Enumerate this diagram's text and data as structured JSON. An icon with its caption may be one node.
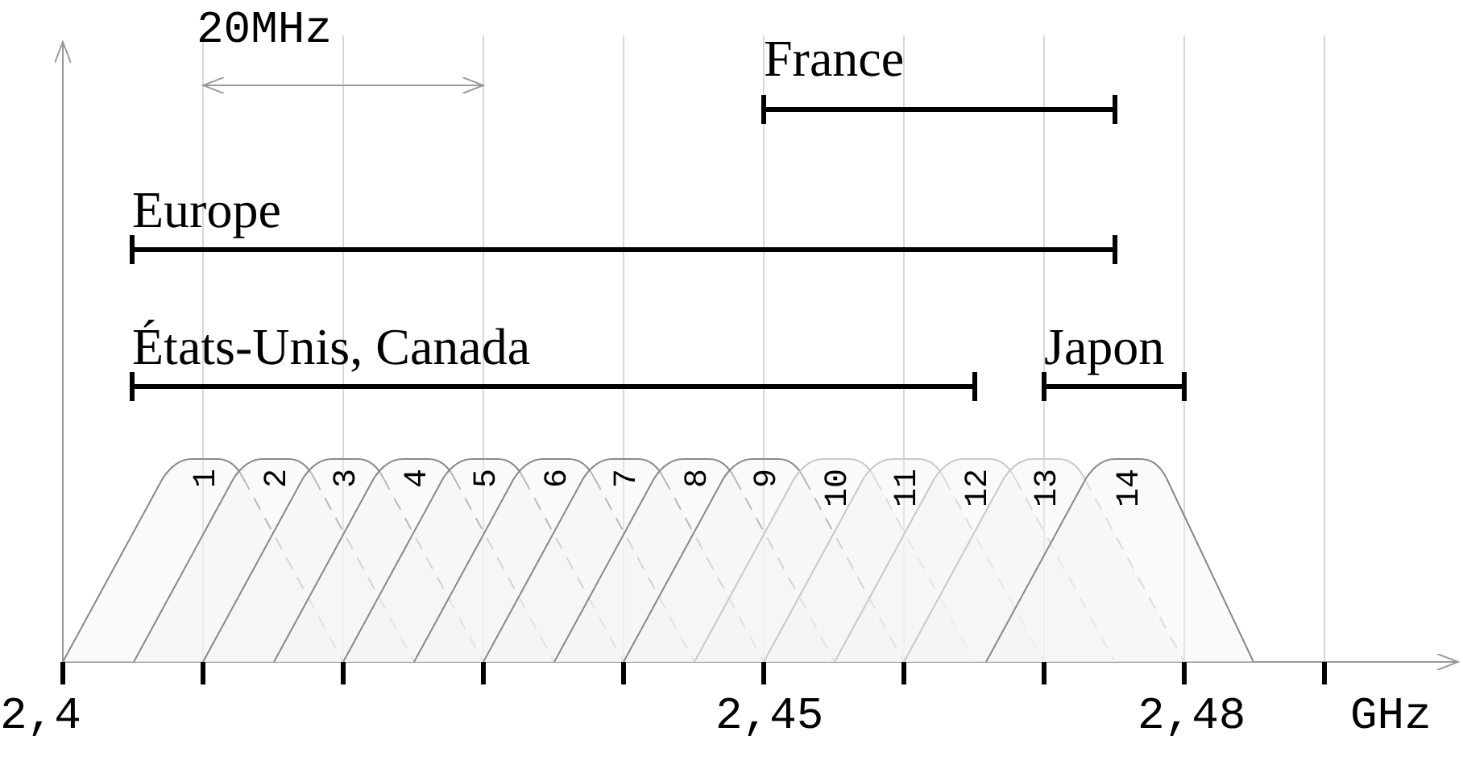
{
  "diagram": {
    "nodes": [
      {
        "text": [
          "1"
        ]
      },
      {
        "text": [
          "2"
        ]
      },
      {
        "text": [
          "3"
        ]
      },
      {
        "text": [
          "4"
        ]
      },
      {
        "text": [
          "5"
        ]
      },
      {
        "text": [
          "6"
        ]
      },
      {
        "text": [
          "7"
        ]
      },
      {
        "text": [
          "8"
        ]
      },
      {
        "text": [
          "9"
        ]
      },
      {
        "text": [
          "10"
        ]
      },
      {
        "text": [
          "11"
        ]
      },
      {
        "text": [
          "12"
        ]
      },
      {
        "text": [
          "13"
        ]
      },
      {
        "text": [
          "14"
        ]
      }
    ],
    "edges": [],
    "labels": [
      "20MHz",
      "France",
      "Europe",
      "États-Unis, Canada",
      "Japon",
      "2,4",
      "2,45",
      "2,48",
      "GHz"
    ]
  }
}
